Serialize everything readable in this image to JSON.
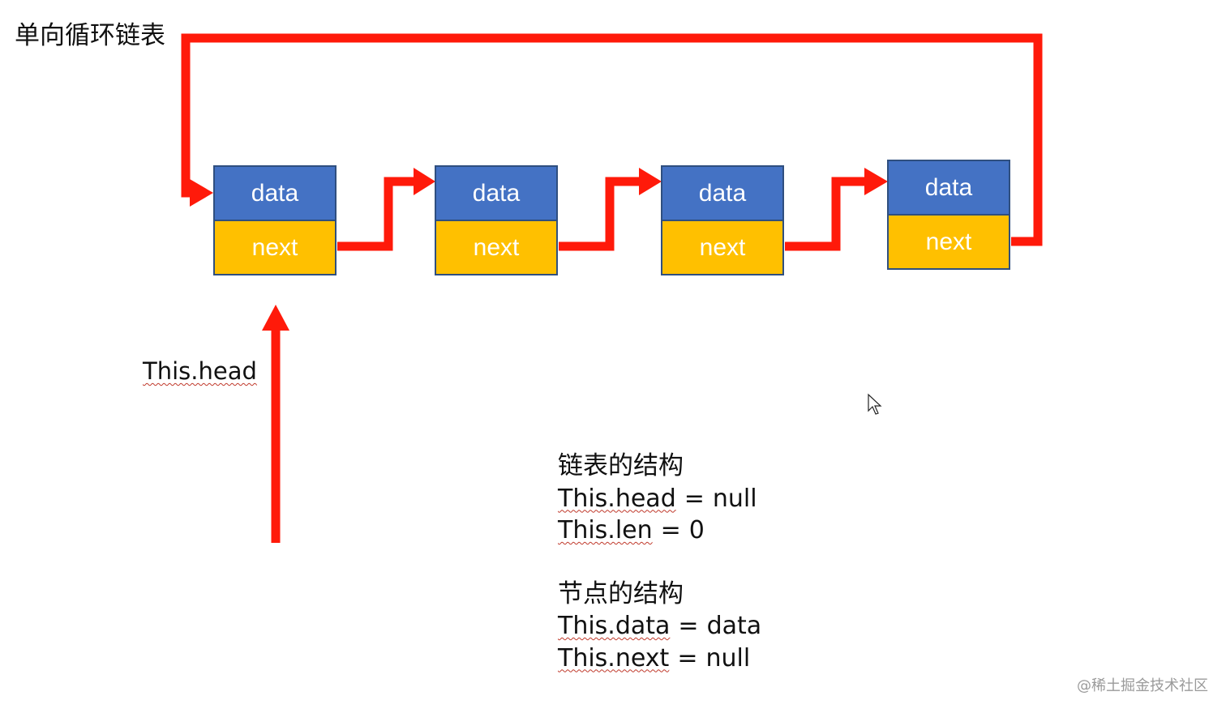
{
  "title": "单向循环链表",
  "nodes": [
    {
      "data_label": "data",
      "next_label": "next"
    },
    {
      "data_label": "data",
      "next_label": "next"
    },
    {
      "data_label": "data",
      "next_label": "next"
    },
    {
      "data_label": "data",
      "next_label": "next"
    }
  ],
  "head_pointer_label": "This.head",
  "list_structure": {
    "heading": "链表的结构",
    "lines": [
      {
        "name": "This.head",
        "value": "null"
      },
      {
        "name": "This.len",
        "value": "0"
      }
    ]
  },
  "node_structure": {
    "heading": "节点的结构",
    "lines": [
      {
        "name": "This.data",
        "value": "data"
      },
      {
        "name": "This.next",
        "value": "null"
      }
    ]
  },
  "watermark": "@稀土掘金技术社区",
  "colors": {
    "data_cell": "#4472c4",
    "next_cell": "#ffc000",
    "arrow": "#ff1a0a",
    "node_border": "#2f4f7f"
  }
}
